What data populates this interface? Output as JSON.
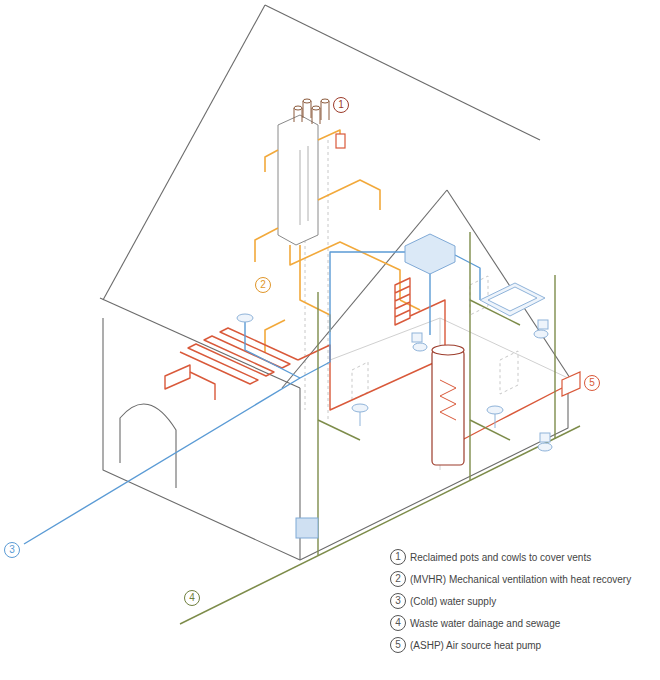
{
  "diagram": {
    "nodes": [
      {
        "text": [
          "1"
        ]
      },
      {
        "text": [
          "2"
        ]
      },
      {
        "text": [
          "5"
        ]
      },
      {
        "text": [
          "3"
        ]
      },
      {
        "text": [
          "4"
        ]
      },
      {
        "text": [
          "1",
          "Reclaimed pots and cowls to cover vents"
        ]
      },
      {
        "text": [
          "2",
          "(MVHR) Mechanical ventilation with heat recovery"
        ]
      },
      {
        "text": [
          "3",
          "(Cold) water supply"
        ]
      },
      {
        "text": [
          "4",
          "Waste water dainage and sewage"
        ]
      },
      {
        "text": [
          "5",
          "(ASHP) Air source heat pump"
        ]
      }
    ]
  }
}
